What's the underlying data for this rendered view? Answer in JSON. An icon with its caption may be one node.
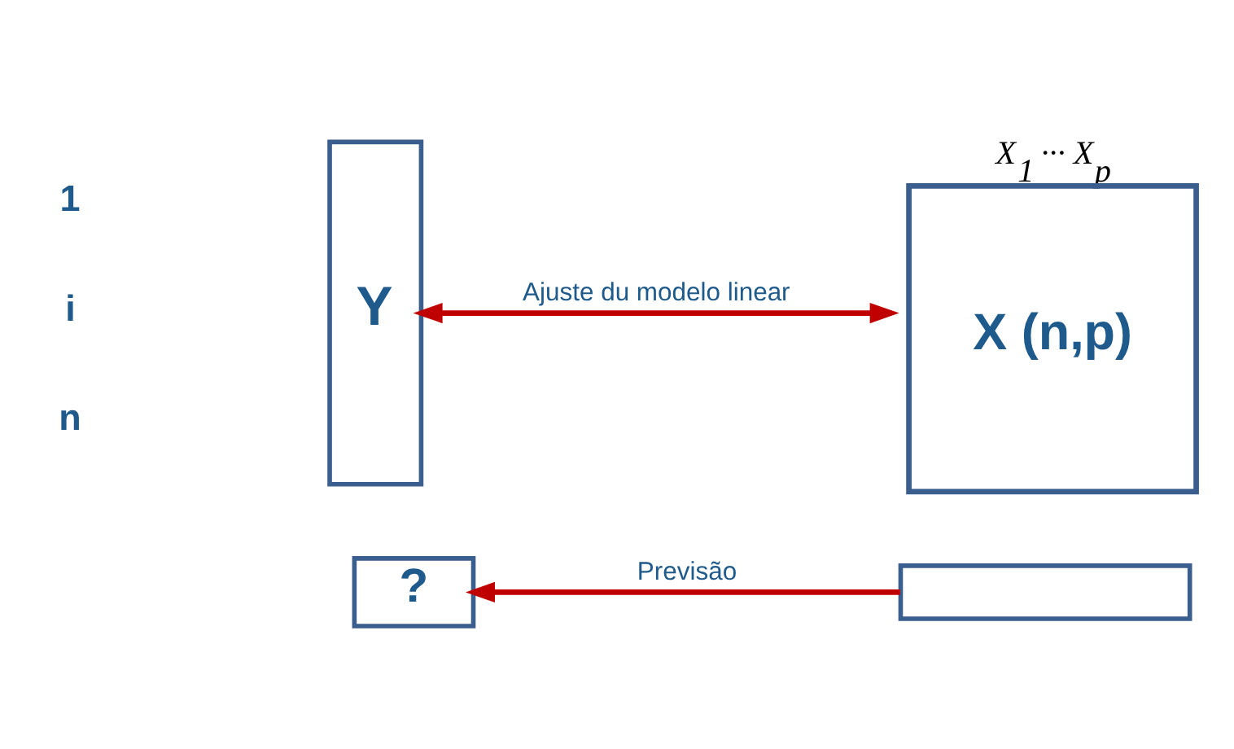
{
  "diagram": {
    "nodes": [
      {
        "text": [
          "Y"
        ]
      },
      {
        "text": [
          "X$_{1}$ ··· X$_{p}$",
          "X (n,p)"
        ]
      },
      {
        "text": [
          "?"
        ]
      },
      {
        "text": [],
        "shape": "box"
      }
    ],
    "edges": [
      {
        "from": 0,
        "to": 1,
        "arrow": "both",
        "label": "Ajuste du modelo linear"
      },
      {
        "from": 3,
        "to": 2,
        "arrow": "to",
        "label": "Previsão"
      }
    ],
    "labels": [
      "1",
      "i",
      "n"
    ]
  }
}
